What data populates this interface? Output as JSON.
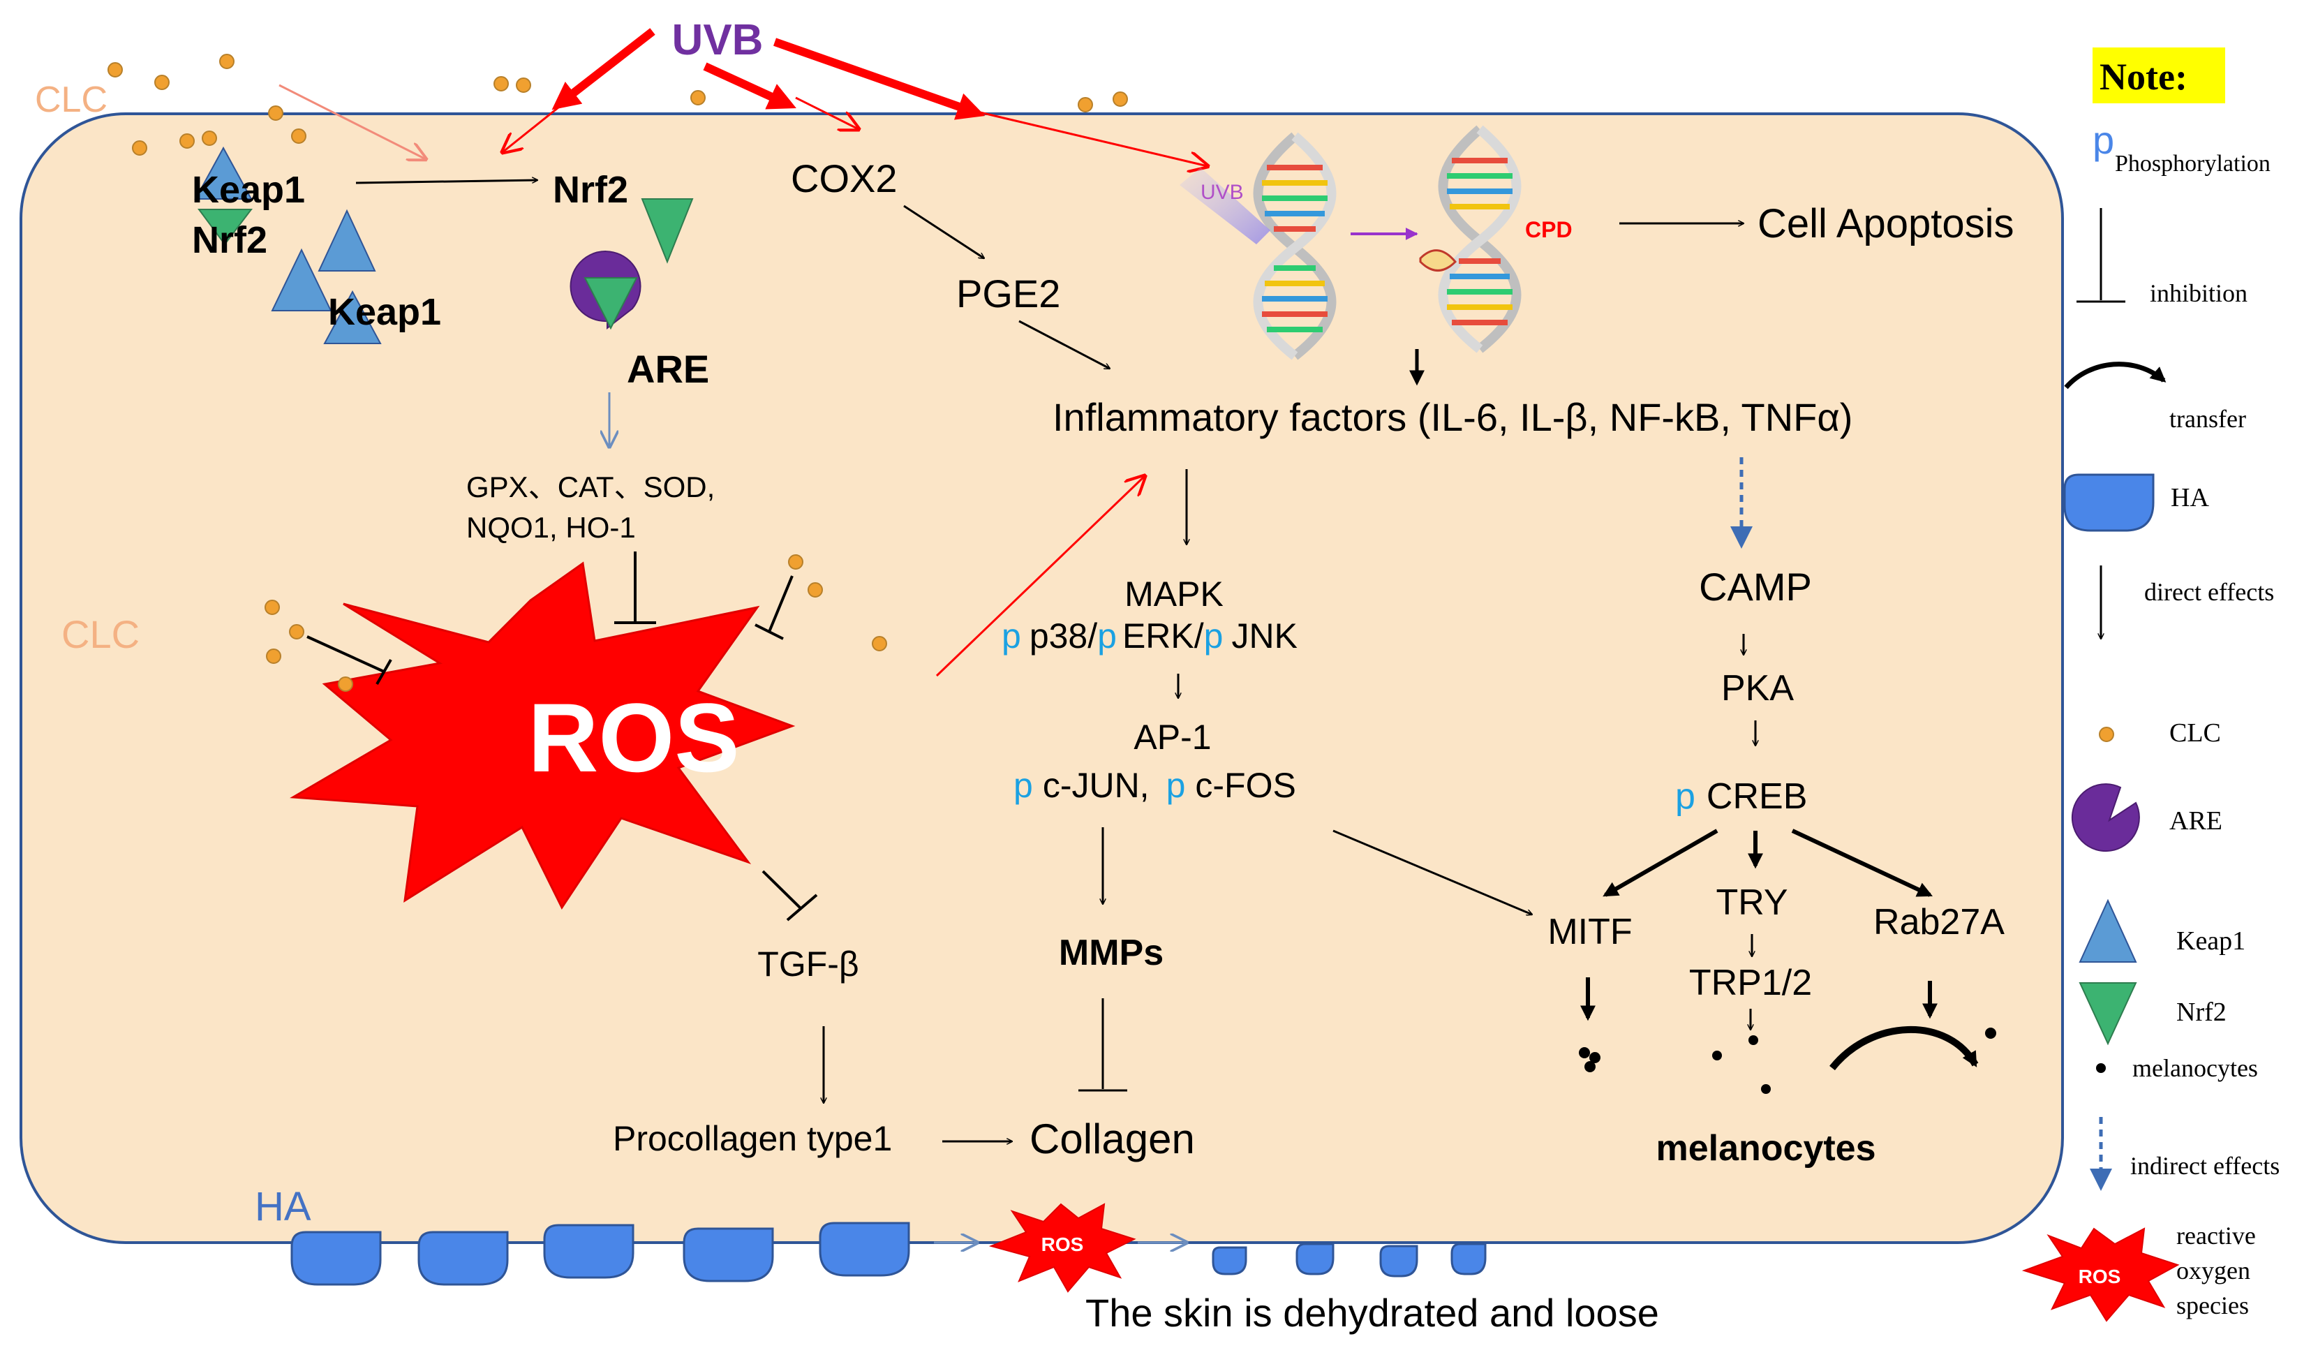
{
  "colors": {
    "cell_fill": "#FBE5C7",
    "cell_stroke": "#2F5597",
    "ros_red": "#FF0000",
    "clc_orange": "#F4B183",
    "clc_dot": "#F0A030",
    "uvb_purple": "#7030A0",
    "ha_blue": "#4A86E8",
    "keap_blue": "#5B9BD5",
    "nrf_green": "#3CB371",
    "are_purple": "#6A2C9A",
    "phos_blue": "#1BA1E2",
    "note_yellow": "#FFFF00"
  },
  "top": {
    "uvb": "UVB",
    "clc_top": "CLC"
  },
  "keap_complex": {
    "keap1_a": "Keap1",
    "nrf2_a": "Nrf2",
    "keap1_b": "Keap1",
    "nrf2_free": "Nrf2",
    "are": "ARE"
  },
  "antioxidants": {
    "line1": "GPX、CAT、SOD,",
    "line2": "NQO1, HO-1"
  },
  "clc_mid": "CLC",
  "ros": {
    "main": "ROS",
    "small": "ROS",
    "legend": "ROS"
  },
  "cox": {
    "cox2": "COX2",
    "pge2": "PGE2"
  },
  "dna": {
    "uvb_small": "UVB",
    "cpd": "CPD",
    "apoptosis": "Cell Apoptosis"
  },
  "inflammation": "Inflammatory factors (IL-6, IL-β, NF-kB, TNFα)",
  "mapk": {
    "title": "MAPK",
    "p": "p",
    "p38": "p38/",
    "erk": "ERK/",
    "jnk": "JNK",
    "ap1": "AP-1",
    "cjun": "c-JUN,",
    "cfos": "c-FOS",
    "mmps": "MMPs"
  },
  "collagen": {
    "tgf": "TGF-β",
    "procollagen": "Procollagen type1",
    "collagen": "Collagen"
  },
  "camp_path": {
    "camp": "CAMP",
    "pka": "PKA",
    "p": "p",
    "creb": "CREB",
    "mitf": "MITF",
    "try": "TRY",
    "trp": "TRP1/2",
    "rab": "Rab27A",
    "melanocytes": "melanocytes"
  },
  "ha": {
    "label": "HA"
  },
  "bottom_caption": "The skin is dehydrated and loose",
  "legend": {
    "note": "Note:",
    "p_symbol": "p",
    "phosphorylation": "Phosphorylation",
    "inhibition": "inhibition",
    "transfer": "transfer",
    "ha": "HA",
    "direct": "direct effects",
    "clc": "CLC",
    "are": "ARE",
    "keap1": "Keap1",
    "nrf2": "Nrf2",
    "melanocytes": "melanocytes",
    "indirect": "indirect effects",
    "ros_line1": "reactive",
    "ros_line2": "oxygen",
    "ros_line3": "species"
  }
}
